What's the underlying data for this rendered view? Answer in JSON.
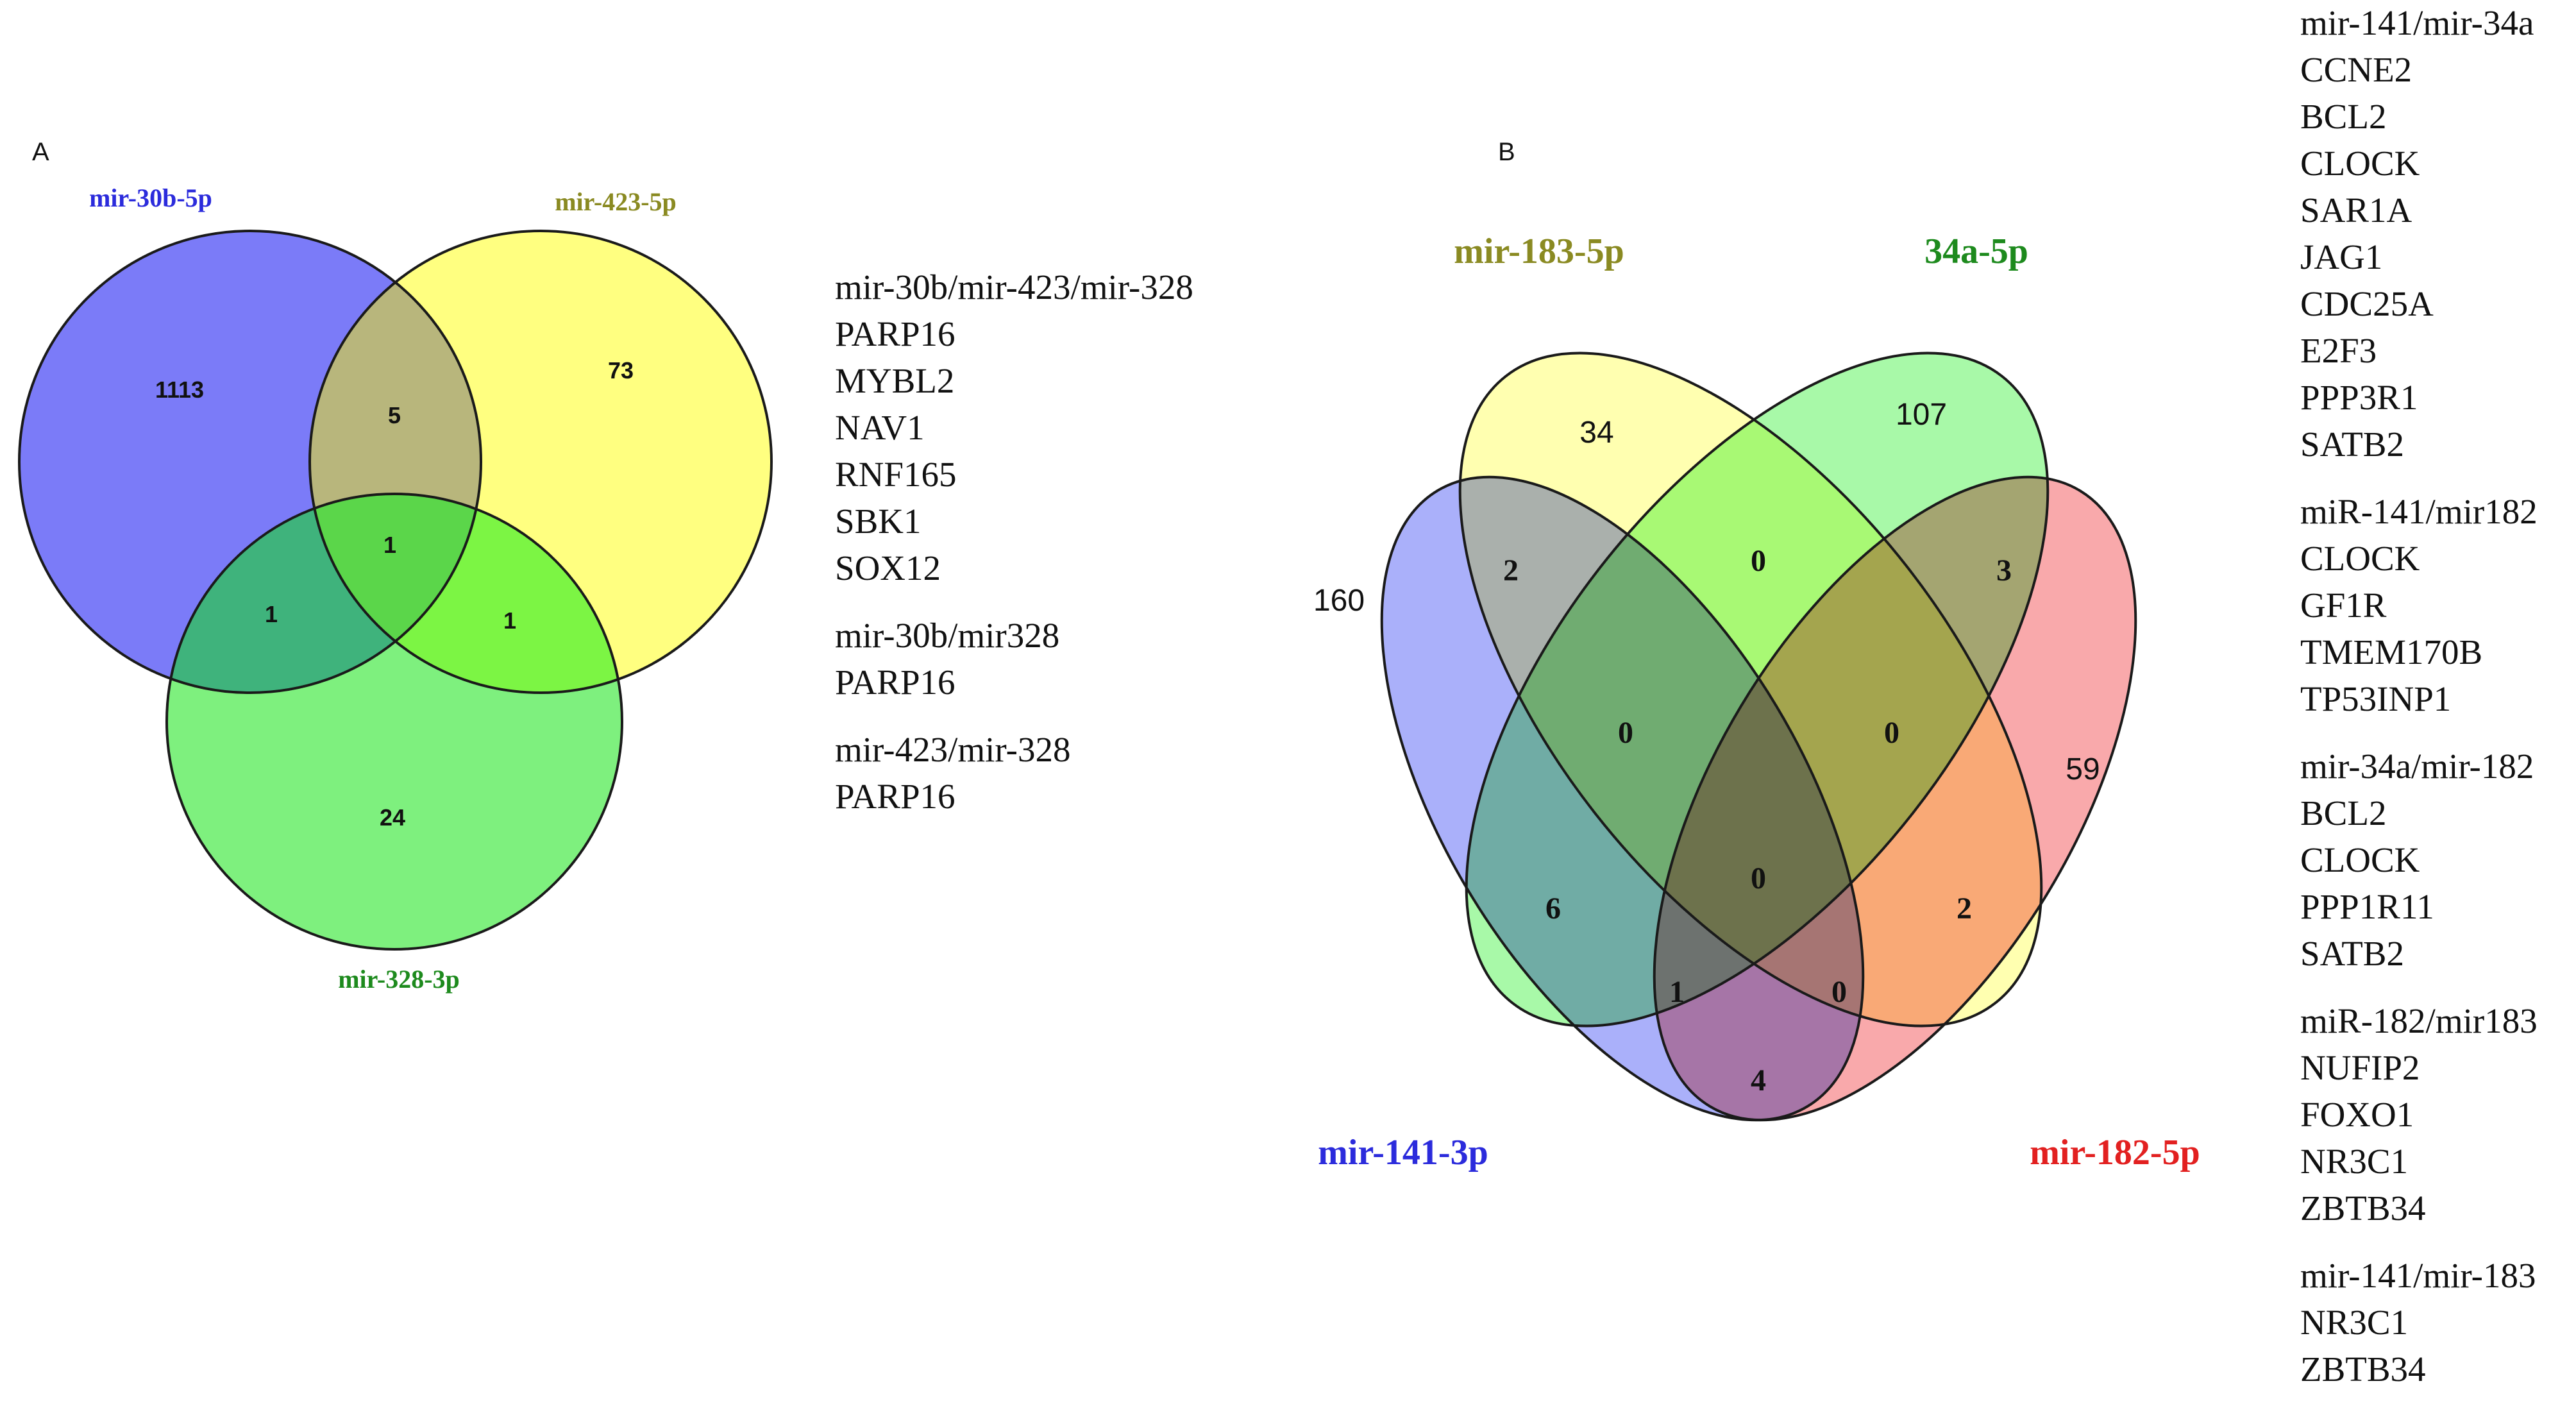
{
  "colors": {
    "circle_blue": "#7b7bf8",
    "circle_yellow": "#ffff80",
    "circle_green": "#7ef07e",
    "overlap_blue_yellow": "#b8b67c",
    "overlap_blue_green": "#3fb37c",
    "overlap_yellow_green": "#7cf544",
    "overlap_all_three": "#5bd64a",
    "ellipse_blue": "#aab0fa",
    "ellipse_yellow": "#ffffb0",
    "ellipse_green": "#a8f9a8",
    "ellipse_red": "#f9a9ab",
    "label_blue": "#2b2bdc",
    "label_olive": "#8a8a22",
    "label_green": "#1d8a1d",
    "label_red": "#e22020",
    "outline": "#1a1a1a"
  },
  "panel_a": {
    "panel_label": "A",
    "sets": [
      {
        "name": "mir-30b-5p",
        "color": "label_blue"
      },
      {
        "name": "mir-423-5p",
        "color": "label_olive"
      },
      {
        "name": "mir-328-3p",
        "color": "label_green"
      }
    ],
    "regions": {
      "only_30b": "1113",
      "only_423": "73",
      "only_328": "24",
      "30b_423": "5",
      "30b_328": "1",
      "423_328": "1",
      "all_three": "1"
    }
  },
  "panel_b": {
    "panel_label": "B",
    "sets": [
      {
        "name": "mir-141-3p",
        "color": "label_blue"
      },
      {
        "name": "mir-183-5p",
        "color": "label_olive"
      },
      {
        "name": "34a-5p",
        "color": "label_green"
      },
      {
        "name": "mir-182-5p",
        "color": "label_red"
      }
    ],
    "regions": {
      "only_141": "160",
      "only_183": "34",
      "only_34a": "107",
      "only_182": "59",
      "141_183": "2",
      "183_34a": "0",
      "34a_182": "3",
      "141_183_34a": "0",
      "183_34a_182": "0",
      "all_four": "0",
      "141_34a": "6",
      "183_182": "2",
      "141_183_182": "1",
      "141_34a_182": "0",
      "141_182": "4"
    }
  },
  "list_a": [
    {
      "heading": "mir-30b/mir-423/mir-328",
      "genes": [
        "PARP16",
        "MYBL2",
        "NAV1",
        "RNF165",
        "SBK1",
        "SOX12"
      ]
    },
    {
      "heading": "mir-30b/mir328",
      "genes": [
        "PARP16"
      ]
    },
    {
      "heading": "mir-423/mir-328",
      "genes": [
        "PARP16"
      ]
    }
  ],
  "list_b": [
    {
      "heading": "mir-141/mir-34a",
      "genes": [
        "CCNE2",
        "BCL2",
        "CLOCK",
        "SAR1A",
        "JAG1",
        "CDC25A",
        "E2F3",
        "PPP3R1",
        "SATB2"
      ]
    },
    {
      "heading": "miR-141/mir182",
      "genes": [
        "CLOCK",
        "GF1R",
        "TMEM170B",
        "TP53INP1"
      ]
    },
    {
      "heading": "mir-34a/mir-182",
      "genes": [
        "BCL2",
        "CLOCK",
        "PPP1R11",
        "SATB2"
      ]
    },
    {
      "heading": "miR-182/mir183",
      "genes": [
        "NUFIP2",
        "FOXO1",
        "NR3C1",
        "ZBTB34"
      ]
    },
    {
      "heading": "mir-141/mir-183",
      "genes": [
        "NR3C1",
        "ZBTB34"
      ]
    }
  ]
}
